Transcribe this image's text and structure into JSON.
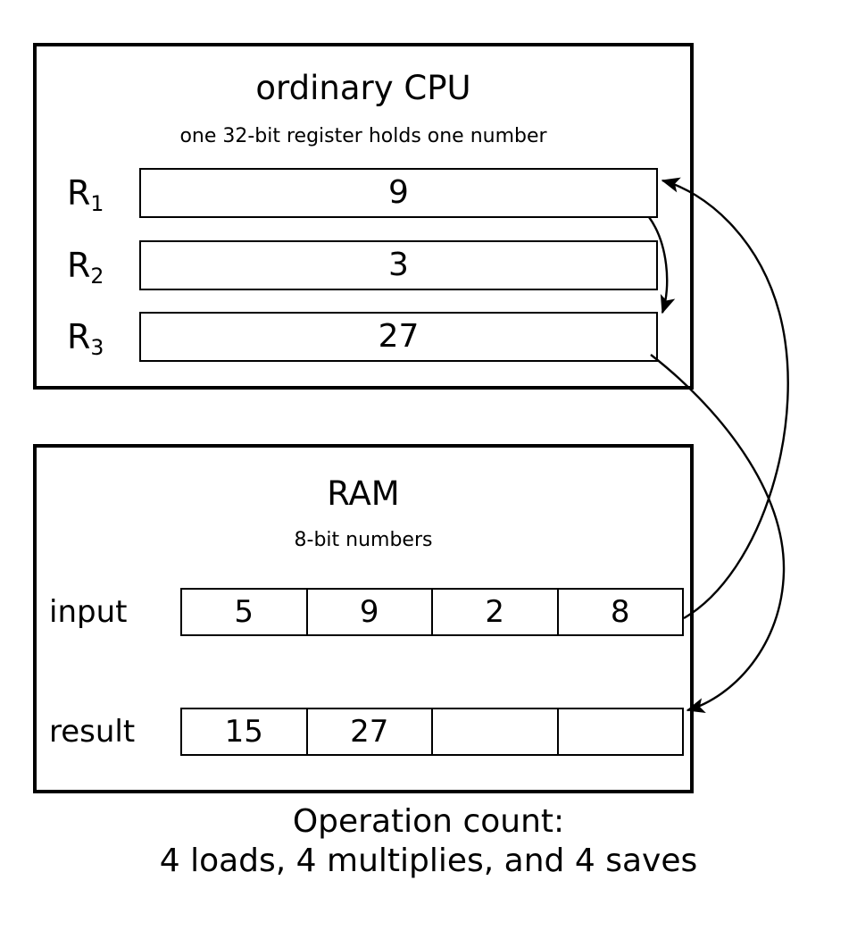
{
  "diagram": {
    "caption_line1": "Operation count:",
    "caption_line2": "4 loads, 4 multiplies, and 4 saves"
  },
  "cpu": {
    "title": "ordinary CPU",
    "subtitle": "one 32-bit register holds one number",
    "registers": [
      {
        "label": "R",
        "index": "1",
        "value": "9"
      },
      {
        "label": "R",
        "index": "2",
        "value": "3"
      },
      {
        "label": "R",
        "index": "3",
        "value": "27"
      }
    ]
  },
  "ram": {
    "title": "RAM",
    "subtitle": "8-bit numbers",
    "rows": [
      {
        "label": "input",
        "cells": [
          "5",
          "9",
          "2",
          "8"
        ]
      },
      {
        "label": "result",
        "cells": [
          "15",
          "27",
          "",
          ""
        ]
      }
    ]
  },
  "arrows": {
    "load_from_ram_to_r1": "load",
    "multiply_r1_r2_to_r3": "multiply",
    "save_r3_to_result": "save"
  },
  "colors": {
    "stroke": "#000000",
    "background": "#ffffff"
  }
}
